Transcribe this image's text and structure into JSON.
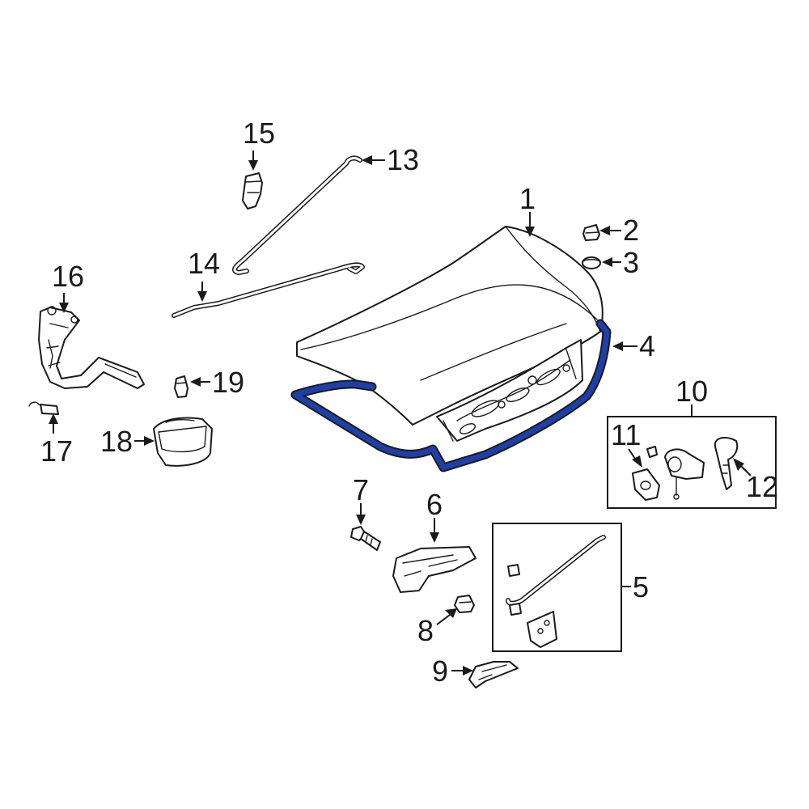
{
  "colors": {
    "line": "#1a1a1a",
    "highlight": "#1f3fa8",
    "background": "#ffffff"
  },
  "callouts": {
    "c1": "1",
    "c2": "2",
    "c3": "3",
    "c4": "4",
    "c5": "5",
    "c6": "6",
    "c7": "7",
    "c8": "8",
    "c9": "9",
    "c10": "10",
    "c11": "11",
    "c12": "12",
    "c13": "13",
    "c14": "14",
    "c15": "15",
    "c16": "16",
    "c17": "17",
    "c18": "18",
    "c19": "19"
  },
  "highlighted_part": "4"
}
